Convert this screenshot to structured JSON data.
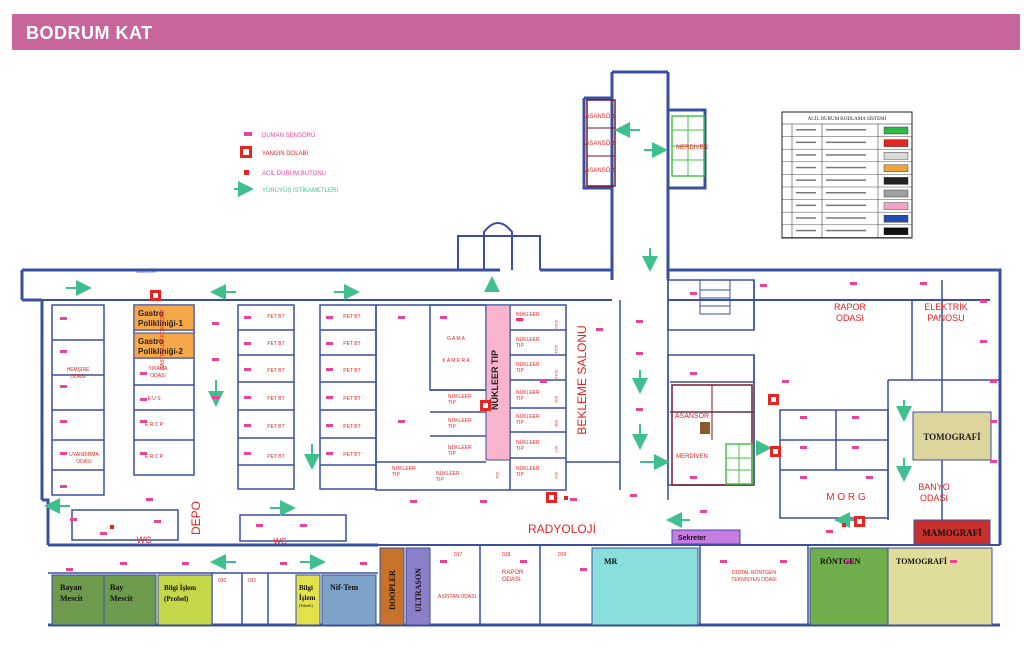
{
  "header": {
    "title": "BODRUM KAT"
  },
  "colors": {
    "title_bar": "#c7669a",
    "wall": "#3a4fa0",
    "sensor": "#e8459a",
    "fire": "#e52521",
    "arrow": "#3fbf8e",
    "label_red": "#e52521",
    "stair_green": "#49c24a",
    "nukleer_pink": "#f7b4cc"
  },
  "legend": {
    "smoke_sensor": "DUMAN SENSÖRÜ",
    "fire_cabinet": "YANGIN DOLABI",
    "emergency_button": "ACİL DURUM BUTONU",
    "walking_direction": "YÜRÜYÜŞ İSTİKAMETLERİ"
  },
  "code_table": {
    "title": "ACİL DURUM KODLAMA SİSTEMİ",
    "swatch_colors": [
      "#2fb84a",
      "#e52521",
      "#d9d9d9",
      "#f2a23a",
      "#222222",
      "#a0a0a0",
      "#f4a3c8",
      "#1f4fb0",
      "#111111"
    ]
  },
  "labels": {
    "asansor": "ASANSÖR",
    "asansor_small": "ASANSÖR",
    "merdiven": "MERDİVEN",
    "rapor_odasi": "RAPOR\nODASI",
    "rapor_line1": "RAPOR",
    "rapor_line2": "ODASI",
    "elektrik_line1": "ELEKTRİK",
    "elektrik_line2": "PANOSU",
    "gastro1_line1": "Gastro",
    "gastro1_line2": "Polikliniği-1",
    "gastro2_line1": "Gastro",
    "gastro2_line2": "Polikliniği-2",
    "gastro_kor": "GASTROLOJİ KORİDORU",
    "hemsire_line1": "HEMŞİRE",
    "hemsire_line2": "ODASI",
    "yikama_line1": "YIKAMA",
    "yikama_line2": "ODASI",
    "eus": "E U S",
    "ercp": "E R C P",
    "uyandirma_line1": "UYANDIRMA",
    "uyandirma_line2": "ODASI",
    "pet_bt": "PET BT",
    "gama": "G A M A",
    "kamera": "K A M E R A",
    "nukleer_tip_vertical": "NÜKLEER TIP",
    "nukleer": "NÜKLEER",
    "tip": "TIP",
    "bekleme": "BEKLEME SALONU",
    "tomografi": "TOMOGRAFİ",
    "banyo_line1": "BANYO",
    "banyo_line2": "ODASI",
    "morg": "M O R G",
    "mamografi": "MAMOGRAFİ",
    "depo": "DEPO",
    "wc": "WC",
    "radyoloji": "RADYOLOJİ",
    "sekreter": "Sekreter",
    "bayan_line1": "Bayan",
    "bayan_line2": "Mescit",
    "bay_line1": "Bay",
    "bay_line2": "Mescit",
    "bilgi1_line1": "Bilgi İşlem",
    "bilgi1_line2": "(Probel)",
    "bilgi2_line1": "Bilgi",
    "bilgi2_line2": "İşlem",
    "bilgi2_line3": "(Teknik)",
    "nif_tem": "Nif-Tem",
    "doopler": "DOOPLER",
    "ultrason": "ULTRASON",
    "asistan": "ASİSTAN ODASI",
    "rapor2_line1": "RAPOR",
    "rapor2_line2": "ODASI",
    "mr": "MR",
    "dijital_line1": "DİJİTAL RÖNTGEN",
    "dijital_line2": "TEKNİSYEN ODASI",
    "rontgen": "RÖNTGEN",
    "tomografi2": "TOMOGRAFİ",
    "n017": "017",
    "n018": "018",
    "n019": "019",
    "n030": "030",
    "n031": "031",
    "n0010": "0010",
    "n0011": "0011",
    "n0012": "0012",
    "n009": "009",
    "n008": "008",
    "n007": "007",
    "n001": "001",
    "n004": "004"
  }
}
